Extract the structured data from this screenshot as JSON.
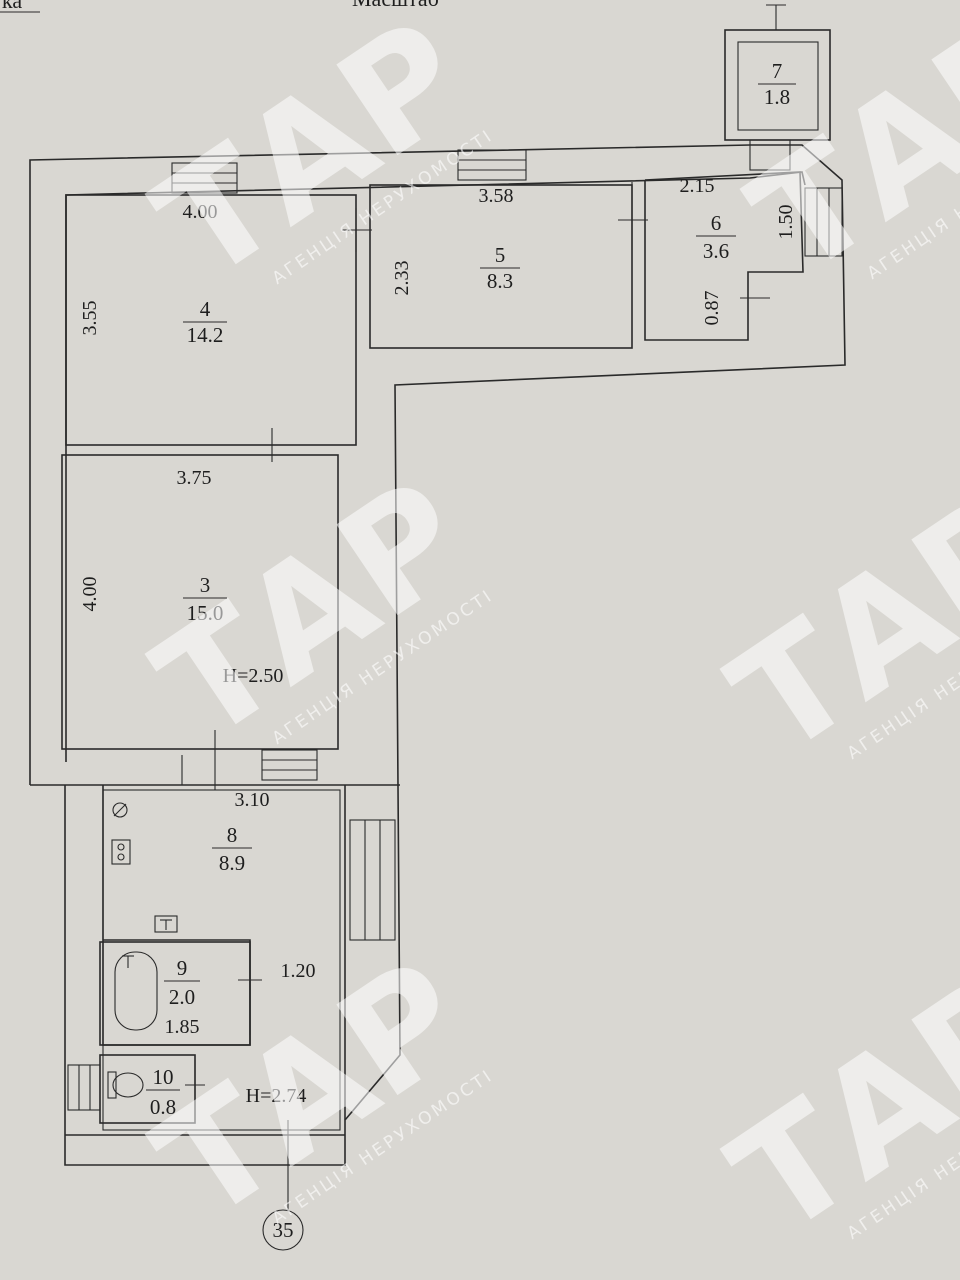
{
  "header": {
    "left_text": "ка",
    "center_text": "Масштаб"
  },
  "rooms": [
    {
      "id": "room-3",
      "number": "3",
      "area": "15.0"
    },
    {
      "id": "room-4",
      "number": "4",
      "area": "14.2"
    },
    {
      "id": "room-5",
      "number": "5",
      "area": "8.3"
    },
    {
      "id": "room-6",
      "number": "6",
      "area": "3.6"
    },
    {
      "id": "room-7",
      "number": "7",
      "area": "1.8"
    },
    {
      "id": "room-8",
      "number": "8",
      "area": "8.9"
    },
    {
      "id": "room-9",
      "number": "9",
      "area": "2.0"
    },
    {
      "id": "room-10",
      "number": "10",
      "area": "0.8"
    }
  ],
  "dimensions": {
    "room4_width": "4.00",
    "room4_height": "3.55",
    "room5_width": "3.58",
    "room5_height": "2.33",
    "room6_width": "2.15",
    "room6_height": "1.50",
    "room6_step": "0.87",
    "room3_width": "3.75",
    "room3_height": "4.00",
    "room8_width": "3.10",
    "room9_width": "1.85",
    "room9_height": "1.20"
  },
  "ceiling_heights": {
    "main": "H=2.50",
    "service": "H=2.74"
  },
  "building_number": "35",
  "watermark": {
    "brand": "ТАР",
    "tagline": "АГЕНЦІЯ НЕРУХОМОСТІ"
  }
}
